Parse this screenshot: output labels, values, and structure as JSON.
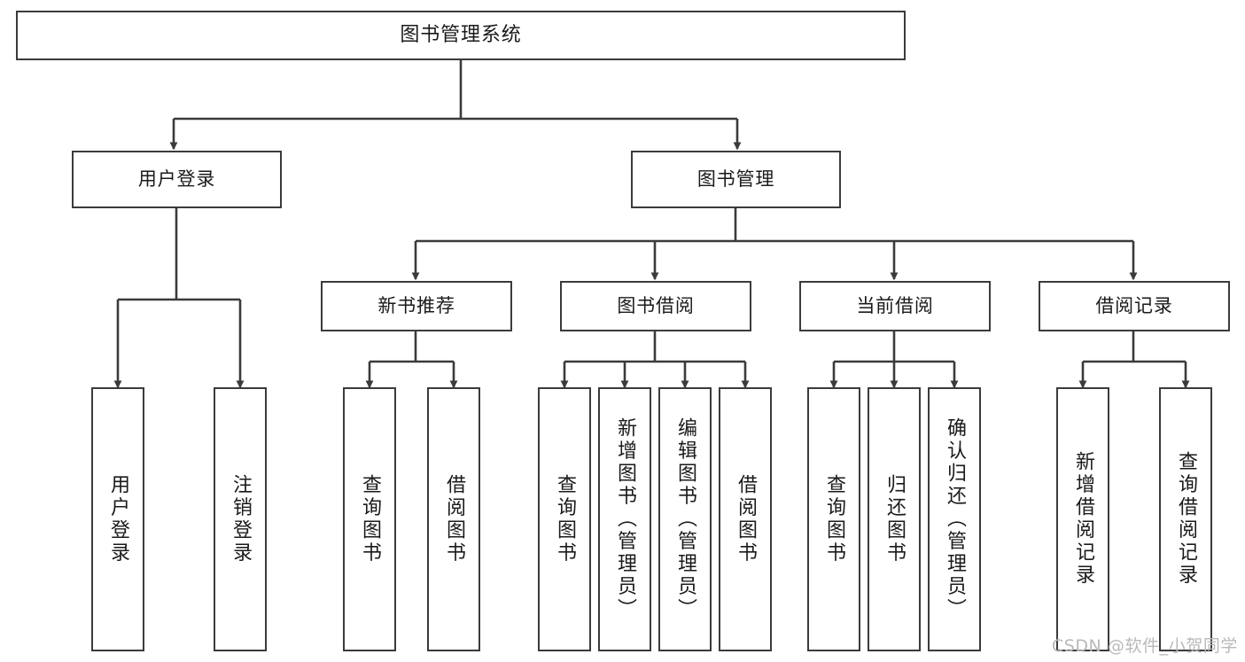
{
  "diagram": {
    "title": "图书管理系统",
    "watermark": "CSDN @软件_小贺同学",
    "stroke_color": "#3b3b3b",
    "text_color": "#1a1a1a",
    "background_color": "#ffffff",
    "watermark_color": "#b9b9b9"
  },
  "nodes": {
    "root": {
      "label": "图书管理系统"
    },
    "level1": [
      {
        "label": "用户登录"
      },
      {
        "label": "图书管理"
      }
    ],
    "level2": [
      {
        "label": "新书推荐"
      },
      {
        "label": "图书借阅"
      },
      {
        "label": "当前借阅"
      },
      {
        "label": "借阅记录"
      }
    ],
    "leaves": {
      "user_login": [
        {
          "label": "用户登录"
        },
        {
          "label": "注销登录"
        }
      ],
      "new_book_recommend": [
        {
          "label": "查询图书"
        },
        {
          "label": "借阅图书"
        }
      ],
      "book_borrow": [
        {
          "label": "查询图书"
        },
        {
          "label": "新增图书（管理员）"
        },
        {
          "label": "编辑图书（管理员）"
        },
        {
          "label": "借阅图书"
        }
      ],
      "current_borrow": [
        {
          "label": "查询图书"
        },
        {
          "label": "归还图书"
        },
        {
          "label": "确认归还（管理员）"
        }
      ],
      "borrow_records": [
        {
          "label": "新增借阅记录"
        },
        {
          "label": "查询借阅记录"
        }
      ]
    }
  },
  "chart_data": {
    "type": "diagram",
    "diagram_kind": "tree-hierarchy-chart",
    "title": "图书管理系统",
    "root": "图书管理系统",
    "tree": [
      {
        "name": "用户登录",
        "children": [
          "用户登录",
          "注销登录"
        ]
      },
      {
        "name": "图书管理",
        "children": [
          {
            "name": "新书推荐",
            "children": [
              "查询图书",
              "借阅图书"
            ]
          },
          {
            "name": "图书借阅",
            "children": [
              "查询图书",
              "新增图书（管理员）",
              "编辑图书（管理员）",
              "借阅图书"
            ]
          },
          {
            "name": "当前借阅",
            "children": [
              "查询图书",
              "归还图书",
              "确认归还（管理员）"
            ]
          },
          {
            "name": "借阅记录",
            "children": [
              "新增借阅记录",
              "查询借阅记录"
            ]
          }
        ]
      }
    ]
  }
}
